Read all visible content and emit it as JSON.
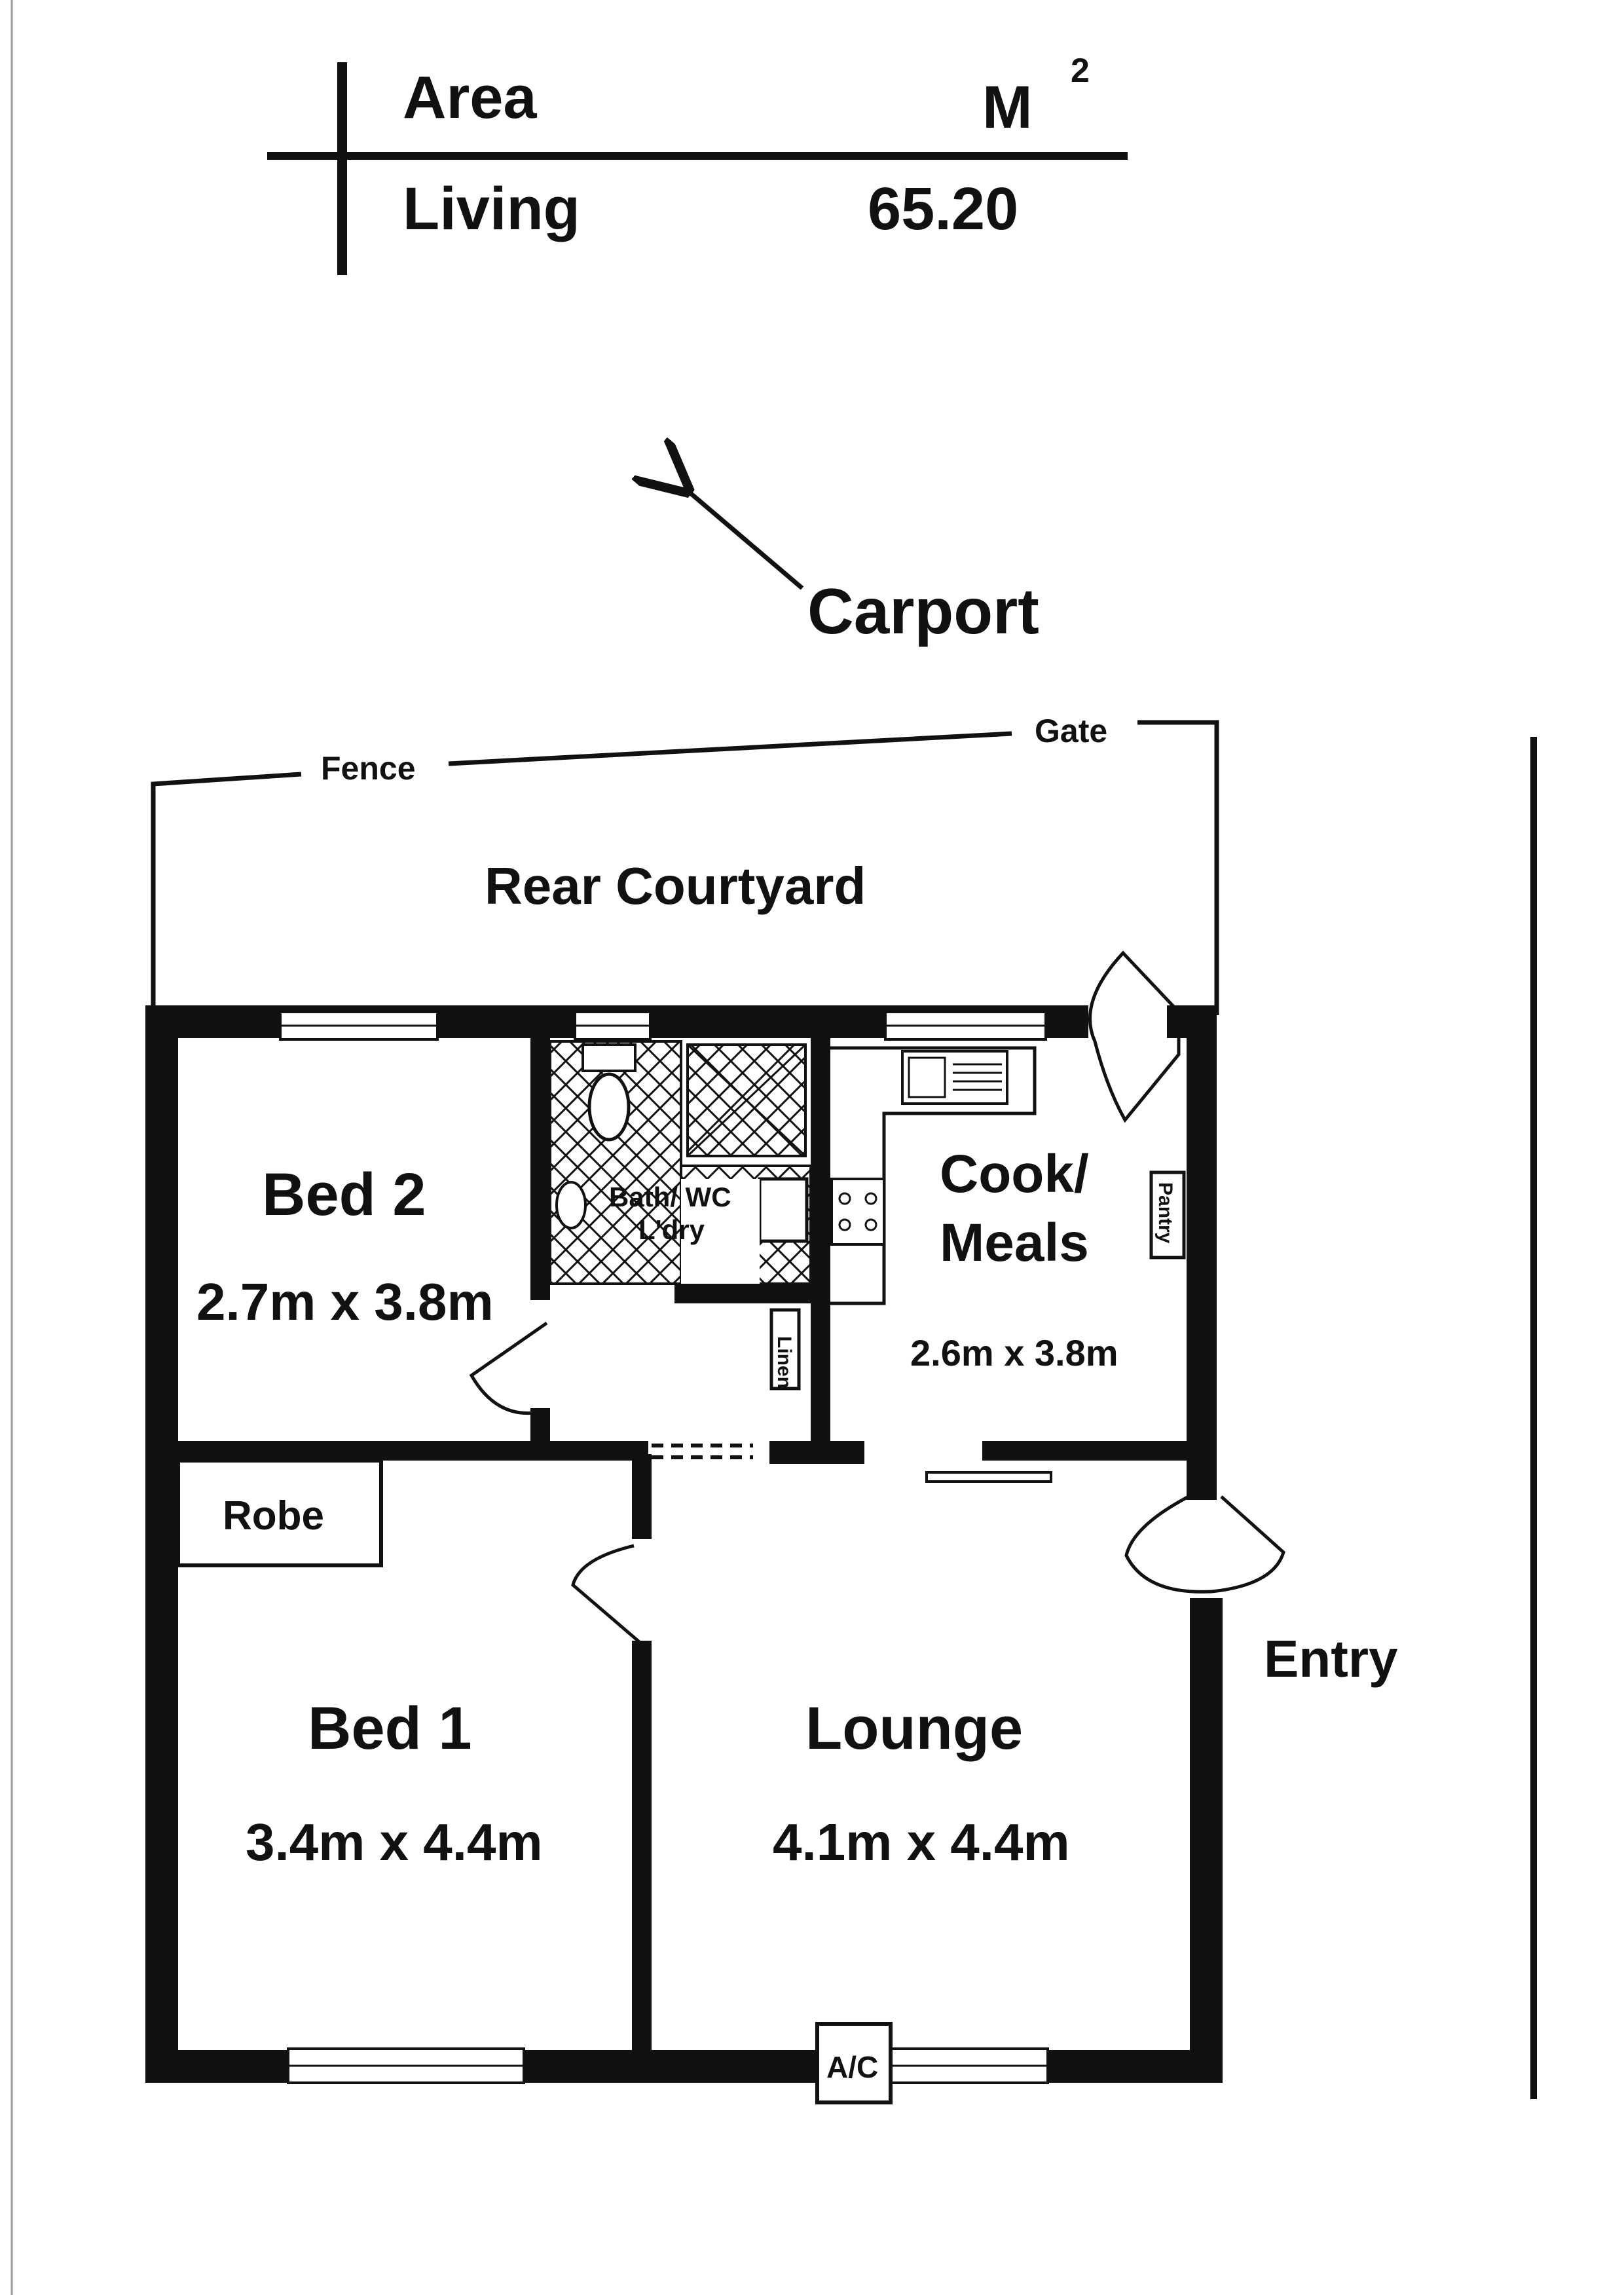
{
  "area_table": {
    "header_label": "Area",
    "header_unit": "M",
    "header_unit_sup": "2",
    "row_label": "Living",
    "row_value": "65.20"
  },
  "labels": {
    "carport": "Carport",
    "fence": "Fence",
    "gate": "Gate",
    "rear_courtyard": "Rear Courtyard",
    "entry": "Entry",
    "robe": "Robe",
    "linen": "Linen",
    "pantry": "Pantry",
    "ac": "A/C"
  },
  "rooms": {
    "bed2": {
      "name": "Bed 2",
      "size": "2.7m x 3.8m"
    },
    "bath": {
      "name_line1": "Bath/ WC",
      "name_line2": "L'dry"
    },
    "cook": {
      "name_line1": "Cook/",
      "name_line2": "Meals",
      "size": "2.6m x 3.8m"
    },
    "bed1": {
      "name": "Bed 1",
      "size": "3.4m x 4.4m"
    },
    "lounge": {
      "name": "Lounge",
      "size": "4.1m x 4.4m"
    }
  }
}
